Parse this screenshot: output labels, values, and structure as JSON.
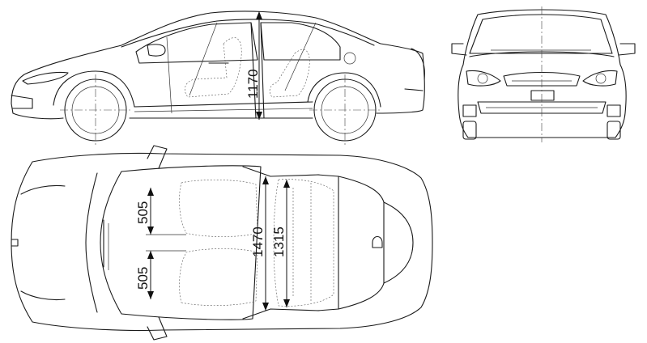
{
  "views": {
    "side": {
      "height_label": "1170"
    },
    "front": {},
    "top": {
      "seat_width_front_label": "505",
      "seat_width_rear_label": "505",
      "interior_width_label": "1470",
      "rear_interior_width_label": "1315"
    }
  },
  "colors": {
    "line": "#1a1a1a",
    "background": "#ffffff"
  }
}
